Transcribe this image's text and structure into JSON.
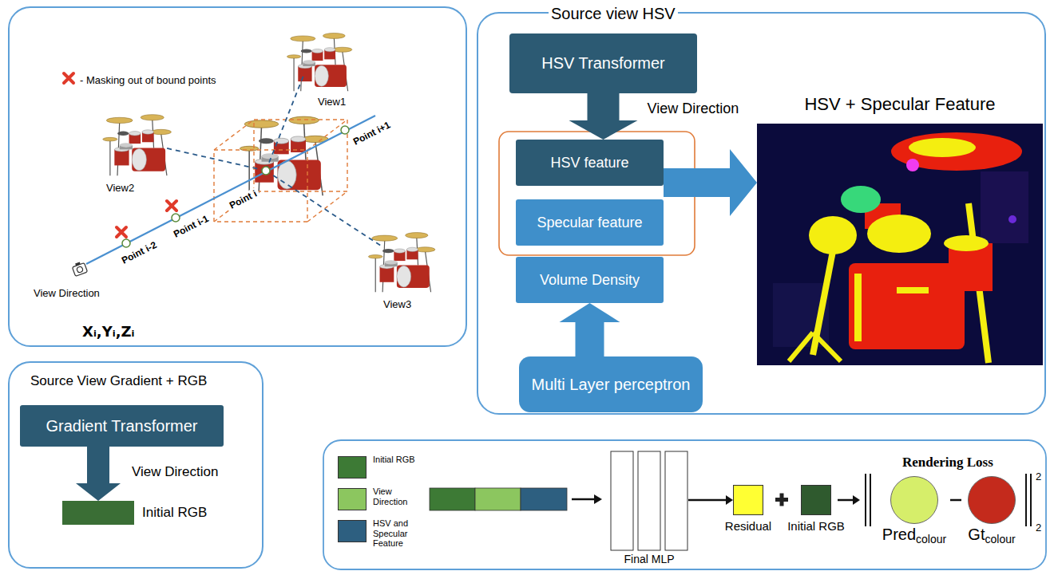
{
  "diagram": {
    "nodes": [
      {
        "text": [
          "Xᵢ,Yᵢ,Zᵢ"
        ]
      },
      {
        "text": [
          "Source View Gradient + RGB"
        ]
      },
      {
        "text": [
          "Gradient Transformer"
        ],
        "in": 1
      },
      {
        "text": [
          "Initial RGB"
        ],
        "in": 1
      },
      {
        "text": [
          "Source view HSV"
        ]
      },
      {
        "text": [
          "HSV Transformer"
        ],
        "in": 4
      },
      {
        "text": [
          "HSV feature"
        ],
        "in": 4
      },
      {
        "text": [
          "Specular feature"
        ],
        "in": 4
      },
      {
        "text": [
          "Volume Density"
        ],
        "in": 4
      },
      {
        "text": [
          "Multi Layer perceptron"
        ],
        "in": 4
      },
      {
        "text": [
          "HSV + Specular Feature"
        ],
        "in": 4
      },
      {
        "text": [
          "Final MLP"
        ]
      },
      {
        "text": [
          "Residual"
        ]
      },
      {
        "text": [
          "Initial RGB"
        ]
      },
      {
        "text": [
          "Pred",
          "colour"
        ]
      },
      {
        "text": [
          "Gt",
          "colour"
        ]
      }
    ],
    "edges": [
      {
        "from": 2,
        "to": 3,
        "arrow": "to",
        "label": "View Direction"
      },
      {
        "from": 5,
        "to": 6,
        "arrow": "to",
        "label": "View Direction"
      },
      {
        "from": 9,
        "to": 8,
        "arrow": "to"
      },
      {
        "from": 6,
        "to": 10,
        "arrow": "to"
      },
      {
        "from": 11,
        "to": 12,
        "arrow": "to"
      }
    ],
    "labels": [
      "- Masking out of bound points",
      "View1",
      "View2",
      "Point i+1",
      "Point i",
      "Point i-1",
      "Point i-2",
      "View3",
      "View Direction",
      "Rendering Loss",
      "2",
      "2"
    ],
    "legend": [
      {
        "text": "Initial RGB",
        "color": "#3d7a35"
      },
      {
        "text": "View Direction",
        "color": "#8cc65f"
      },
      {
        "text": "HSV and Specular Feature",
        "color": "#2d5f80"
      }
    ]
  }
}
